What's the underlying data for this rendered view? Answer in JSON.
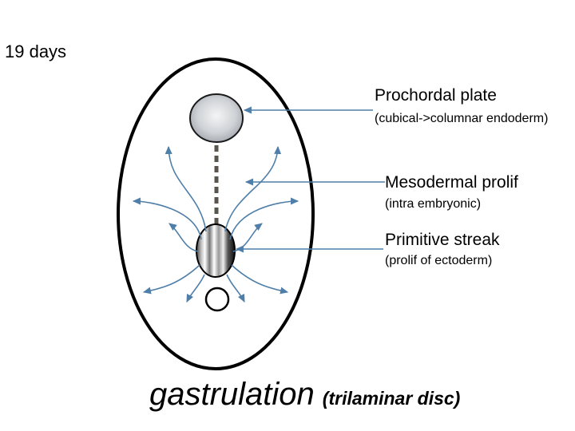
{
  "stage": "19 days",
  "labels": {
    "prochordal": {
      "title": "Prochordal plate",
      "note": "(cubical->columnar endoderm)"
    },
    "mesodermal": {
      "title": "Mesodermal prolif",
      "note": "(intra embryonic)"
    },
    "streak": {
      "title": "Primitive streak",
      "note": "(prolif of ectoderm)"
    }
  },
  "caption": {
    "main": "gastrulation",
    "sub": "(trilaminar disc)"
  },
  "colors": {
    "outline": "#000000",
    "arrow": "#4f7fa8",
    "plate_fill": "#c9ccd0"
  }
}
